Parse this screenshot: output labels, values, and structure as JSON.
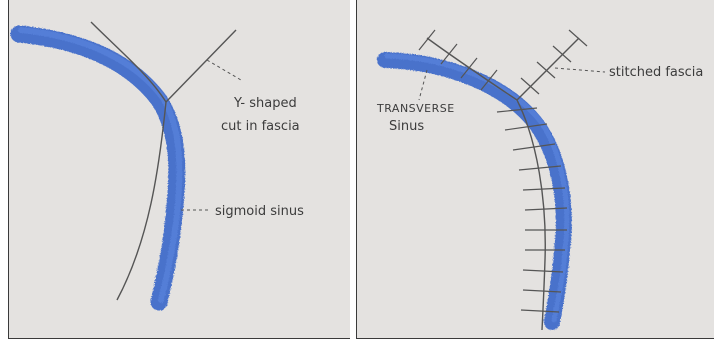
{
  "left_panel": {
    "label_fascia_cut_line1": "Y- shaped",
    "label_fascia_cut_line2": "cut in fascia",
    "label_sigmoid": "sigmoid sinus"
  },
  "right_panel": {
    "label_transverse_line1": "TRANSVERSE",
    "label_transverse_line2": "Sinus",
    "label_stitched": "stitched fascia"
  },
  "colors": {
    "sinus_blue": "#2f5fc8",
    "pencil": "#555555",
    "paper": "#e4e2e0"
  }
}
